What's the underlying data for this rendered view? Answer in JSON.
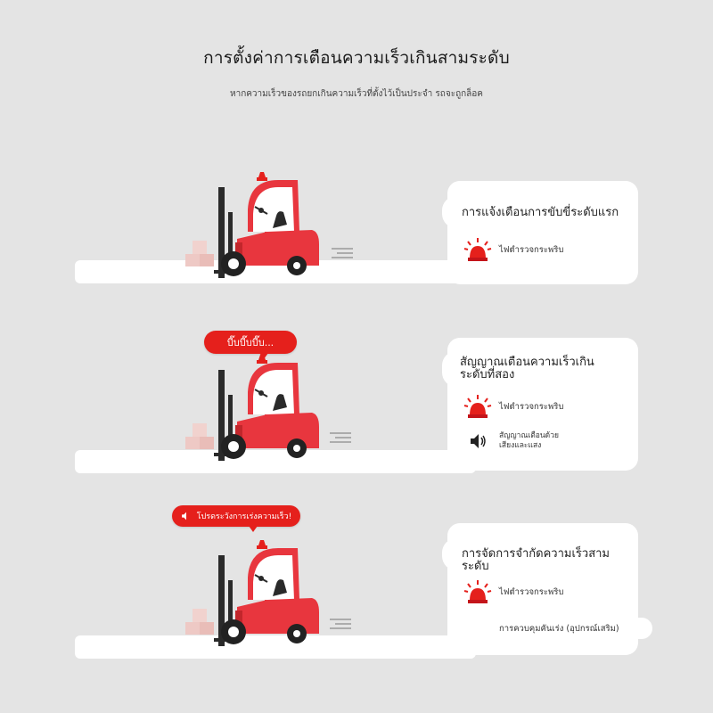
{
  "header": {
    "title": "การตั้งค่าการเตือนความเร็วเกินสามระดับ",
    "subtitle": "หากความเร็วของรถยกเกินความเร็วที่ตั้งไว้เป็นประจำ รถจะถูกล็อค"
  },
  "levels": [
    {
      "bubble": "",
      "card_title": "การแจ้งเตือนการขับขี่ระดับแรก",
      "items": [
        {
          "icon": "warning-light-icon",
          "label": "ไฟตำรวจกระพริบ"
        }
      ]
    },
    {
      "bubble": "บี๊บบี๊บบี๊บ...",
      "card_title": "สัญญาณเตือนความเร็วเกินระดับที่สอง",
      "items": [
        {
          "icon": "warning-light-icon",
          "label": "ไฟตำรวจกระพริบ"
        },
        {
          "icon": "speaker-icon",
          "label": "สัญญาณเตือนด้วยเสียงและแสง"
        }
      ]
    },
    {
      "bubble": "โปรดระวังการเร่งความเร็ว!",
      "card_title": "การจัดการจำกัดความเร็วสามระดับ",
      "items": [
        {
          "icon": "warning-light-icon",
          "label": "ไฟตำรวจกระพริบ"
        }
      ],
      "pill": "การควบคุมคันเร่ง (อุปกรณ์เสริม)"
    }
  ],
  "colors": {
    "accent": "#e5201c",
    "background": "#e4e4e4",
    "card": "#ffffff",
    "forklift_body": "#e8363e",
    "mast": "#2a2a2a"
  }
}
